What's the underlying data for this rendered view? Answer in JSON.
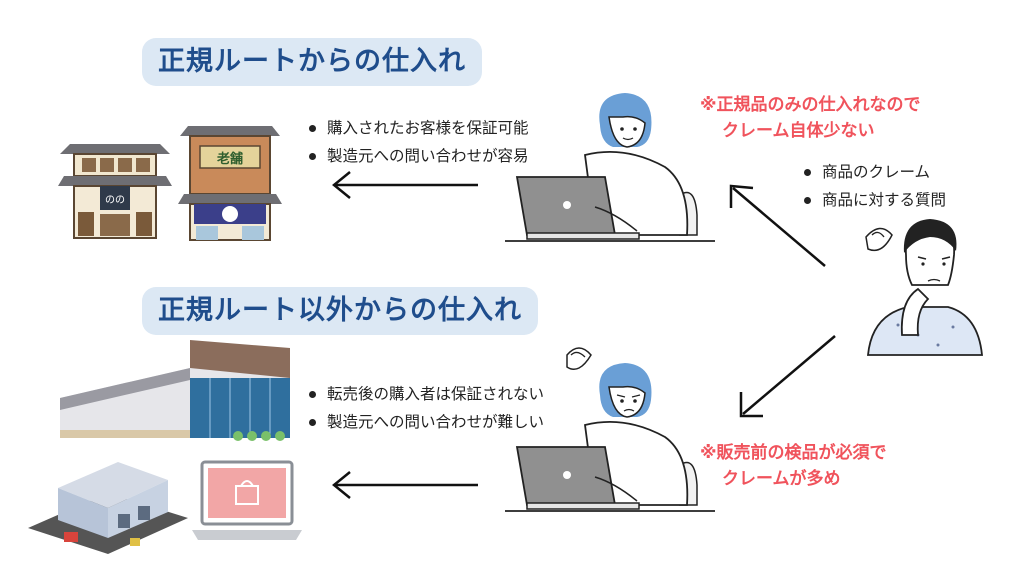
{
  "top": {
    "title": "正規ルートからの仕入れ",
    "bullets": [
      "購入されたお客様を保証可能",
      "製造元への問い合わせが容易"
    ],
    "note_line1": "※正規品のみの仕入れなので",
    "note_line2": "クレーム自体少ない"
  },
  "bottom": {
    "title": "正規ルート以外からの仕入れ",
    "bullets": [
      "転売後の購入者は保証されない",
      "製造元への問い合わせが難しい"
    ],
    "note_line1": "※販売前の検品が必須で",
    "note_line2": "クレームが多め"
  },
  "customer": {
    "bullets": [
      "商品のクレーム",
      "商品に対する質問"
    ]
  },
  "store_signs": {
    "shop_noren": "のの",
    "sign_board": "老舗"
  },
  "colors": {
    "title_bg": "#dce8f4",
    "title_text": "#1f4d8c",
    "note": "#f0535c",
    "person_hair": "#6a9fd6",
    "shirt": "#ffffff"
  }
}
